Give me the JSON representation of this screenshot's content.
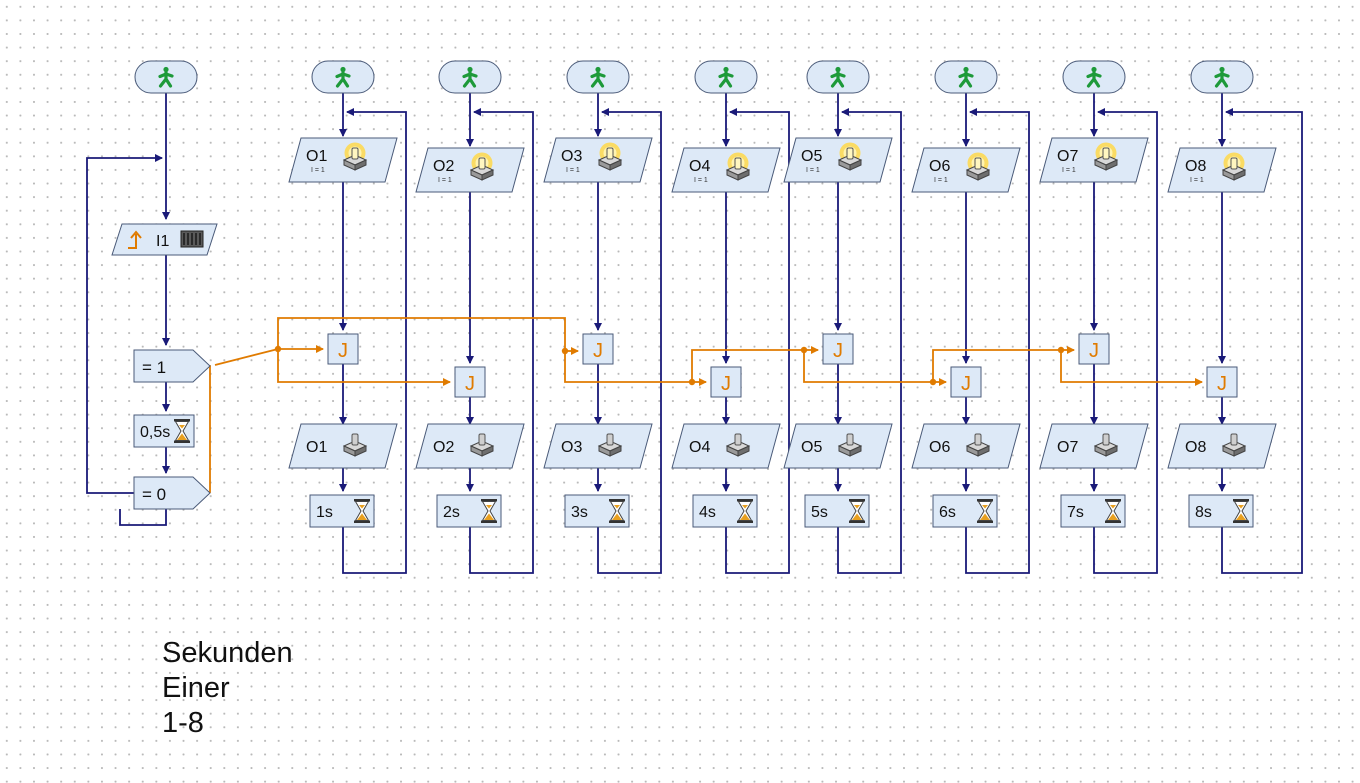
{
  "diagram": {
    "input_block": {
      "label": "I1"
    },
    "branches": [
      {
        "label": "=  1"
      },
      {
        "label": "=  0"
      }
    ],
    "delay_main": {
      "label": "0,5s"
    },
    "join_label": "J",
    "motor_on_sublabel": "I = 1",
    "columns": [
      {
        "on_label": "O1",
        "off_label": "O1",
        "delay_label": "1s"
      },
      {
        "on_label": "O2",
        "off_label": "O2",
        "delay_label": "2s"
      },
      {
        "on_label": "O3",
        "off_label": "O3",
        "delay_label": "3s"
      },
      {
        "on_label": "O4",
        "off_label": "O4",
        "delay_label": "4s"
      },
      {
        "on_label": "O5",
        "off_label": "O5",
        "delay_label": "5s"
      },
      {
        "on_label": "O6",
        "off_label": "O6",
        "delay_label": "6s"
      },
      {
        "on_label": "O7",
        "off_label": "O7",
        "delay_label": "7s"
      },
      {
        "on_label": "O8",
        "off_label": "O8",
        "delay_label": "8s"
      }
    ],
    "colors": {
      "flow_line": "#1a1a78",
      "data_line": "#e07b00",
      "block_fill": "#dde9f7",
      "block_stroke": "#4a5a78",
      "start_icon": "#1e9a3a"
    }
  },
  "note": {
    "lines": [
      "Sekunden",
      "Einer",
      "1-8"
    ]
  }
}
